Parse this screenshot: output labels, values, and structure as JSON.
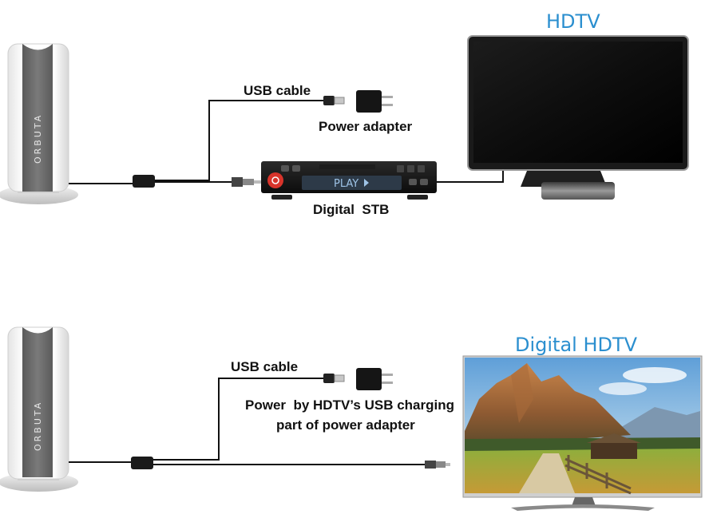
{
  "top": {
    "tv_title": "HDTV",
    "usb_label": "USB cable",
    "adapter_label": "Power adapter",
    "stb_label": "Digital  STB",
    "stb_display": "PLAY",
    "antenna_brand": "ORBUTA"
  },
  "bottom": {
    "tv_title": "Digital HDTV",
    "usb_label": "USB cable",
    "power_line1": "Power  by HDTV’s USB charging",
    "power_line2": "part of power adapter",
    "antenna_brand": "ORBUTA"
  },
  "colors": {
    "title_blue": "#2b8fcf",
    "antenna_gray": "#6f6f6f",
    "stb_red": "#d9342b"
  }
}
